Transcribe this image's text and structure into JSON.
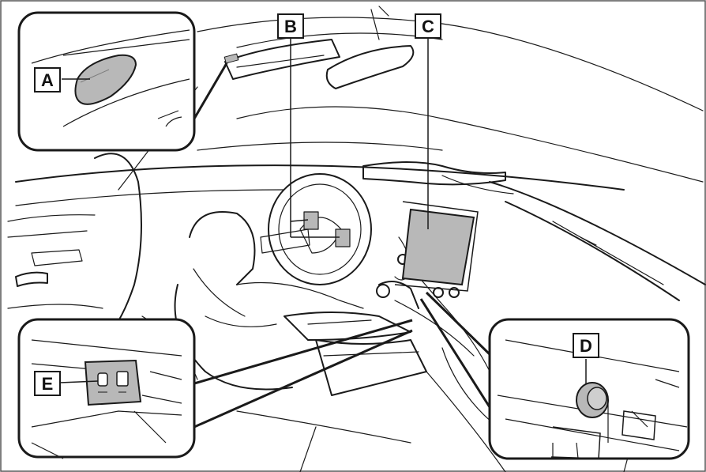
{
  "labels": {
    "A": "A",
    "B": "B",
    "C": "C",
    "D": "D",
    "E": "E"
  },
  "colors": {
    "line": "#1a1a1a",
    "fill_gray": "#b8b8b8",
    "fill_dark": "#7d7d7d",
    "background": "#ffffff"
  }
}
